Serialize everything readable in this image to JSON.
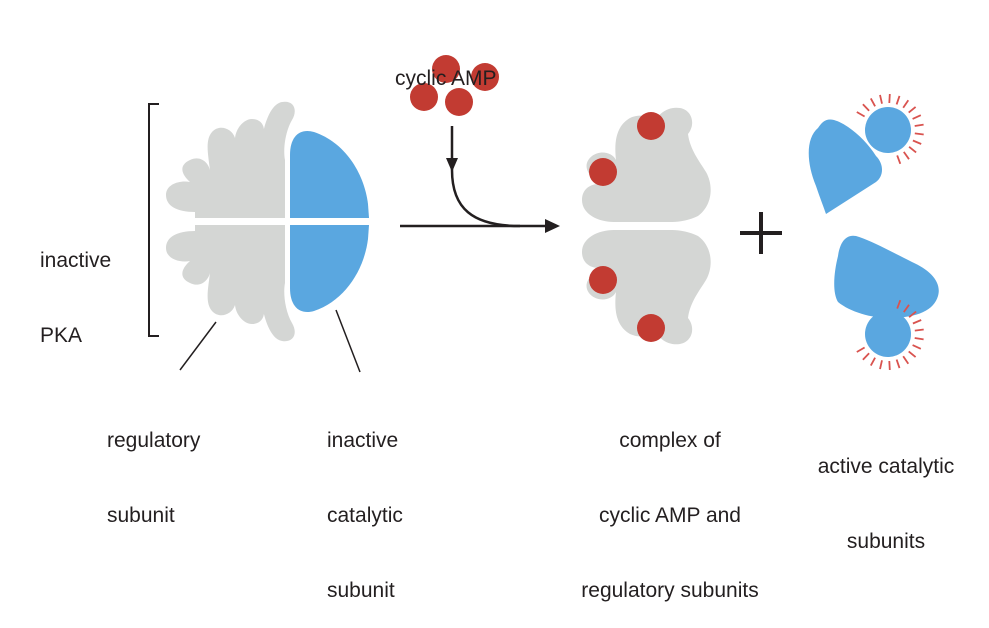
{
  "labels": {
    "cyclic_amp": "cyclic AMP",
    "inactive_pka": [
      "inactive",
      "PKA"
    ],
    "regulatory_subunit": [
      "regulatory",
      "subunit"
    ],
    "inactive_catalytic": [
      "inactive",
      "catalytic",
      "subunit"
    ],
    "complex": [
      "complex of",
      "cyclic AMP and",
      "regulatory subunits"
    ],
    "active_catalytic": [
      "active catalytic",
      "subunits"
    ],
    "plus": "+"
  },
  "colors": {
    "regulatory": "#d4d6d4",
    "catalytic": "#5aa7e0",
    "camp": "#c23b32",
    "ray": "#d9534f",
    "line": "#231f20"
  }
}
